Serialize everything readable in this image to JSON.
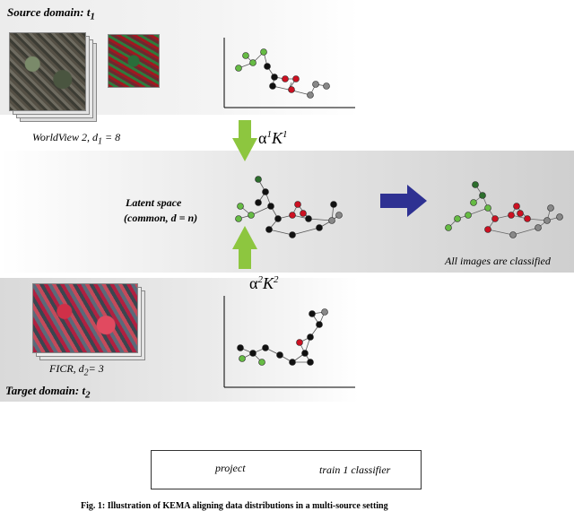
{
  "source_label": "Source domain: t",
  "source_sub": "1",
  "target_label": "Target domain: t",
  "target_sub": "2",
  "caption_worldview": "WorldView 2, d",
  "caption_worldview_sub": "1",
  "caption_worldview_val": " = 8",
  "caption_ficr": "FICR, d",
  "caption_ficr_sub": "2",
  "caption_ficr_val": "= 3",
  "latent_line1": "Latent space",
  "latent_line2": "(common, d = n)",
  "classified_label": "All images are classified",
  "alpha_top": {
    "a": "α",
    "sup1": "1",
    "k": "K",
    "sup2": "1"
  },
  "alpha_bot": {
    "a": "α",
    "sup1": "2",
    "k": "K",
    "sup2": "2"
  },
  "legend": {
    "project": "project",
    "train": "train 1 classifier"
  },
  "fig_caption": "Fig. 1: Illustration of KEMA aligning data distributions in a multi-source setting",
  "colors": {
    "green": "#66bb44",
    "dark_green": "#2d6e2d",
    "black": "#111111",
    "red": "#cc1122",
    "gray": "#888888",
    "arrow_green": "#8dc63f",
    "arrow_blue": "#2e3192"
  }
}
